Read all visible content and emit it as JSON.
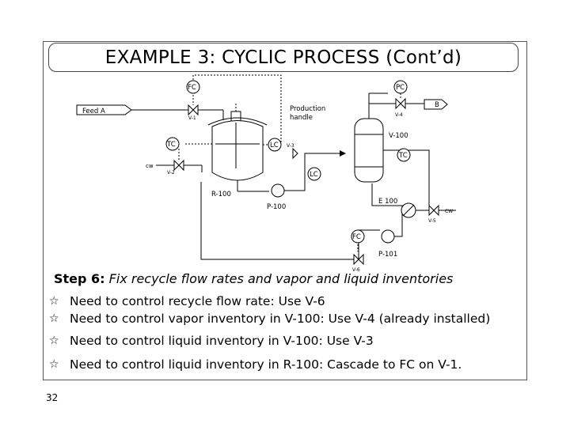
{
  "title": "EXAMPLE 3: CYCLIC PROCESS (Cont’d)",
  "diagram": {
    "labels": {
      "feed_a": "Feed A",
      "fc_top": "FC",
      "v1": "V-1",
      "production_handle_1": "Production",
      "production_handle_2": "handle",
      "tc": "TC",
      "cw_left": "cw",
      "v2": "V-2",
      "lc_reactor": "LC",
      "r100": "R-100",
      "p100": "P-100",
      "pc": "PC",
      "b": "B",
      "v4": "V-4",
      "v100": "V-100",
      "v3": "V-3",
      "tc_col": "TC",
      "lc_col": "LC",
      "e100": "E 100",
      "v5": "V-5",
      "cw_right": "CW",
      "fc_bottom": "FC",
      "p101": "P-101",
      "v6": "V-6"
    }
  },
  "step": {
    "prefix": "Step 6:",
    "text": " Fix recycle flow rates and vapor and liquid inventories"
  },
  "bullets": [
    {
      "icon": "star-icon",
      "text": "Need to control recycle flow rate: Use V-6"
    },
    {
      "icon": "star-icon",
      "text": "Need to control vapor inventory in V-100: Use V-4 (already installed)"
    },
    {
      "icon": "star-icon",
      "text": "Need to control liquid inventory in V-100: Use V-3"
    },
    {
      "icon": "star-icon",
      "text": "Need to control liquid inventory in R-100: Cascade to FC on V-1."
    }
  ],
  "page_number": "32"
}
